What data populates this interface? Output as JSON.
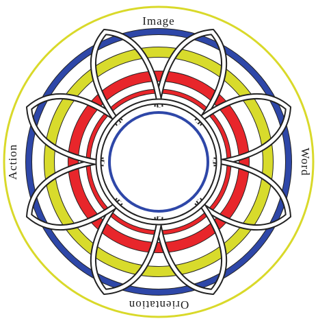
{
  "labels": {
    "top": "Image",
    "right": "Word",
    "bottom": "Orientation",
    "left": "Action"
  },
  "colors": {
    "background": "#ffffff",
    "outer_ring": "#d9d92a",
    "blue": "#2e47a8",
    "yellow": "#d8db2c",
    "red": "#e8262b",
    "knot_line": "#222222",
    "knot_fill": "#ffffff"
  }
}
